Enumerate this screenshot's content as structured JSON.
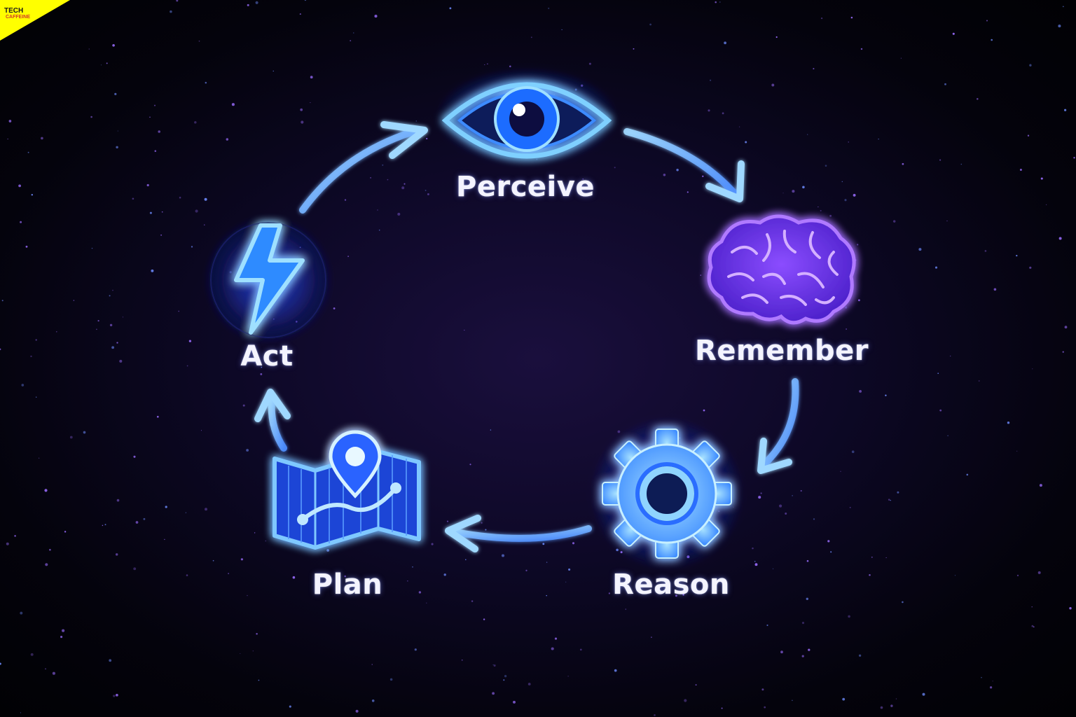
{
  "logo": {
    "line1": "TECH",
    "line2": "CAFFEINE",
    "color": "#ffff00"
  },
  "steps": [
    {
      "id": "perceive",
      "label": "Perceive",
      "icon": "eye-icon"
    },
    {
      "id": "remember",
      "label": "Remember",
      "icon": "brain-icon"
    },
    {
      "id": "reason",
      "label": "Reason",
      "icon": "gear-icon"
    },
    {
      "id": "plan",
      "label": "Plan",
      "icon": "map-pin-icon"
    },
    {
      "id": "act",
      "label": "Act",
      "icon": "lightning-bolt-icon"
    }
  ],
  "colors": {
    "accent_blue": "#3d8bff",
    "glow_cyan": "#7fd0ff",
    "brain_purple": "#7a3cff",
    "background": "#05030f"
  }
}
